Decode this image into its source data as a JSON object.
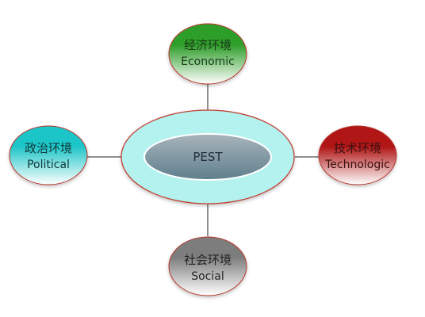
{
  "center": {
    "label": "PEST",
    "colors": {
      "ring": "#b4f2ef",
      "ring_edge": "#c0392b",
      "core_top": "#a8b4bc",
      "core_bottom": "#5f7f8c",
      "text": "#1f2f38"
    }
  },
  "nodes": {
    "economic": {
      "cn": "经济环境",
      "en": "Economic",
      "color_top": "#2f9e2a",
      "color_bottom": "#ffffff",
      "text": "#1a3a18"
    },
    "political": {
      "cn": "政治环境",
      "en": "Political",
      "color_top": "#1fc6c8",
      "color_bottom": "#ffffff",
      "text": "#10393a"
    },
    "technological": {
      "cn": "技术环境",
      "en": "Technologic",
      "color_top": "#b01515",
      "color_bottom": "#ffffff",
      "text": "#3a1010"
    },
    "social": {
      "cn": "社会环境",
      "en": "Social",
      "color_top": "#7d7d7d",
      "color_bottom": "#ffffff",
      "text": "#222222"
    }
  },
  "edge_color": "#b9352b",
  "connector_color": "#222222"
}
